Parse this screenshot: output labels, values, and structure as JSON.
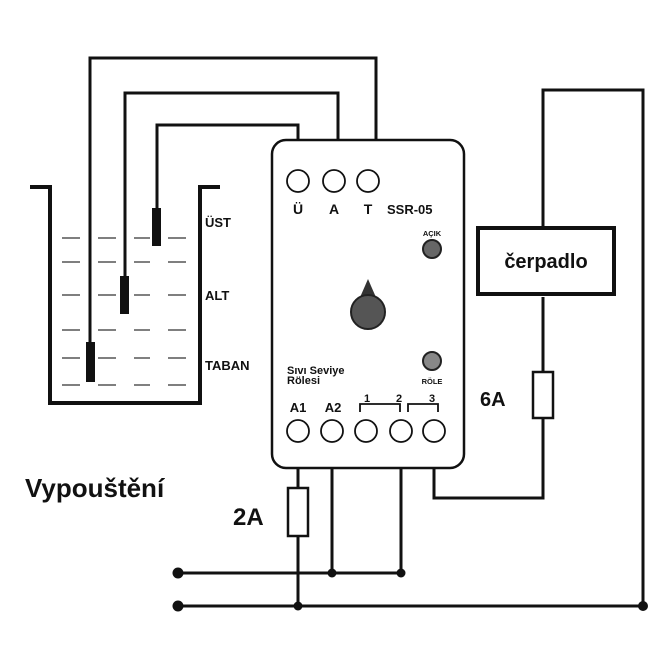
{
  "tank": {
    "levels": [
      "ÜST",
      "ALT",
      "TABAN"
    ],
    "caption": "Vypouštění"
  },
  "relay": {
    "model": "SSR-05",
    "top_terminals": [
      "Ü",
      "A",
      "T"
    ],
    "open_indicator": "AÇIK",
    "relay_indicator": "RÖLE",
    "name_line1": "Sıvı Seviye",
    "name_line2": "Rölesi",
    "supply_terminals": [
      "A1",
      "A2"
    ],
    "contacts": [
      "1",
      "2",
      "3"
    ]
  },
  "pump": {
    "label": "čerpadlo"
  },
  "fuses": {
    "supply": "2A",
    "pump": "6A"
  }
}
